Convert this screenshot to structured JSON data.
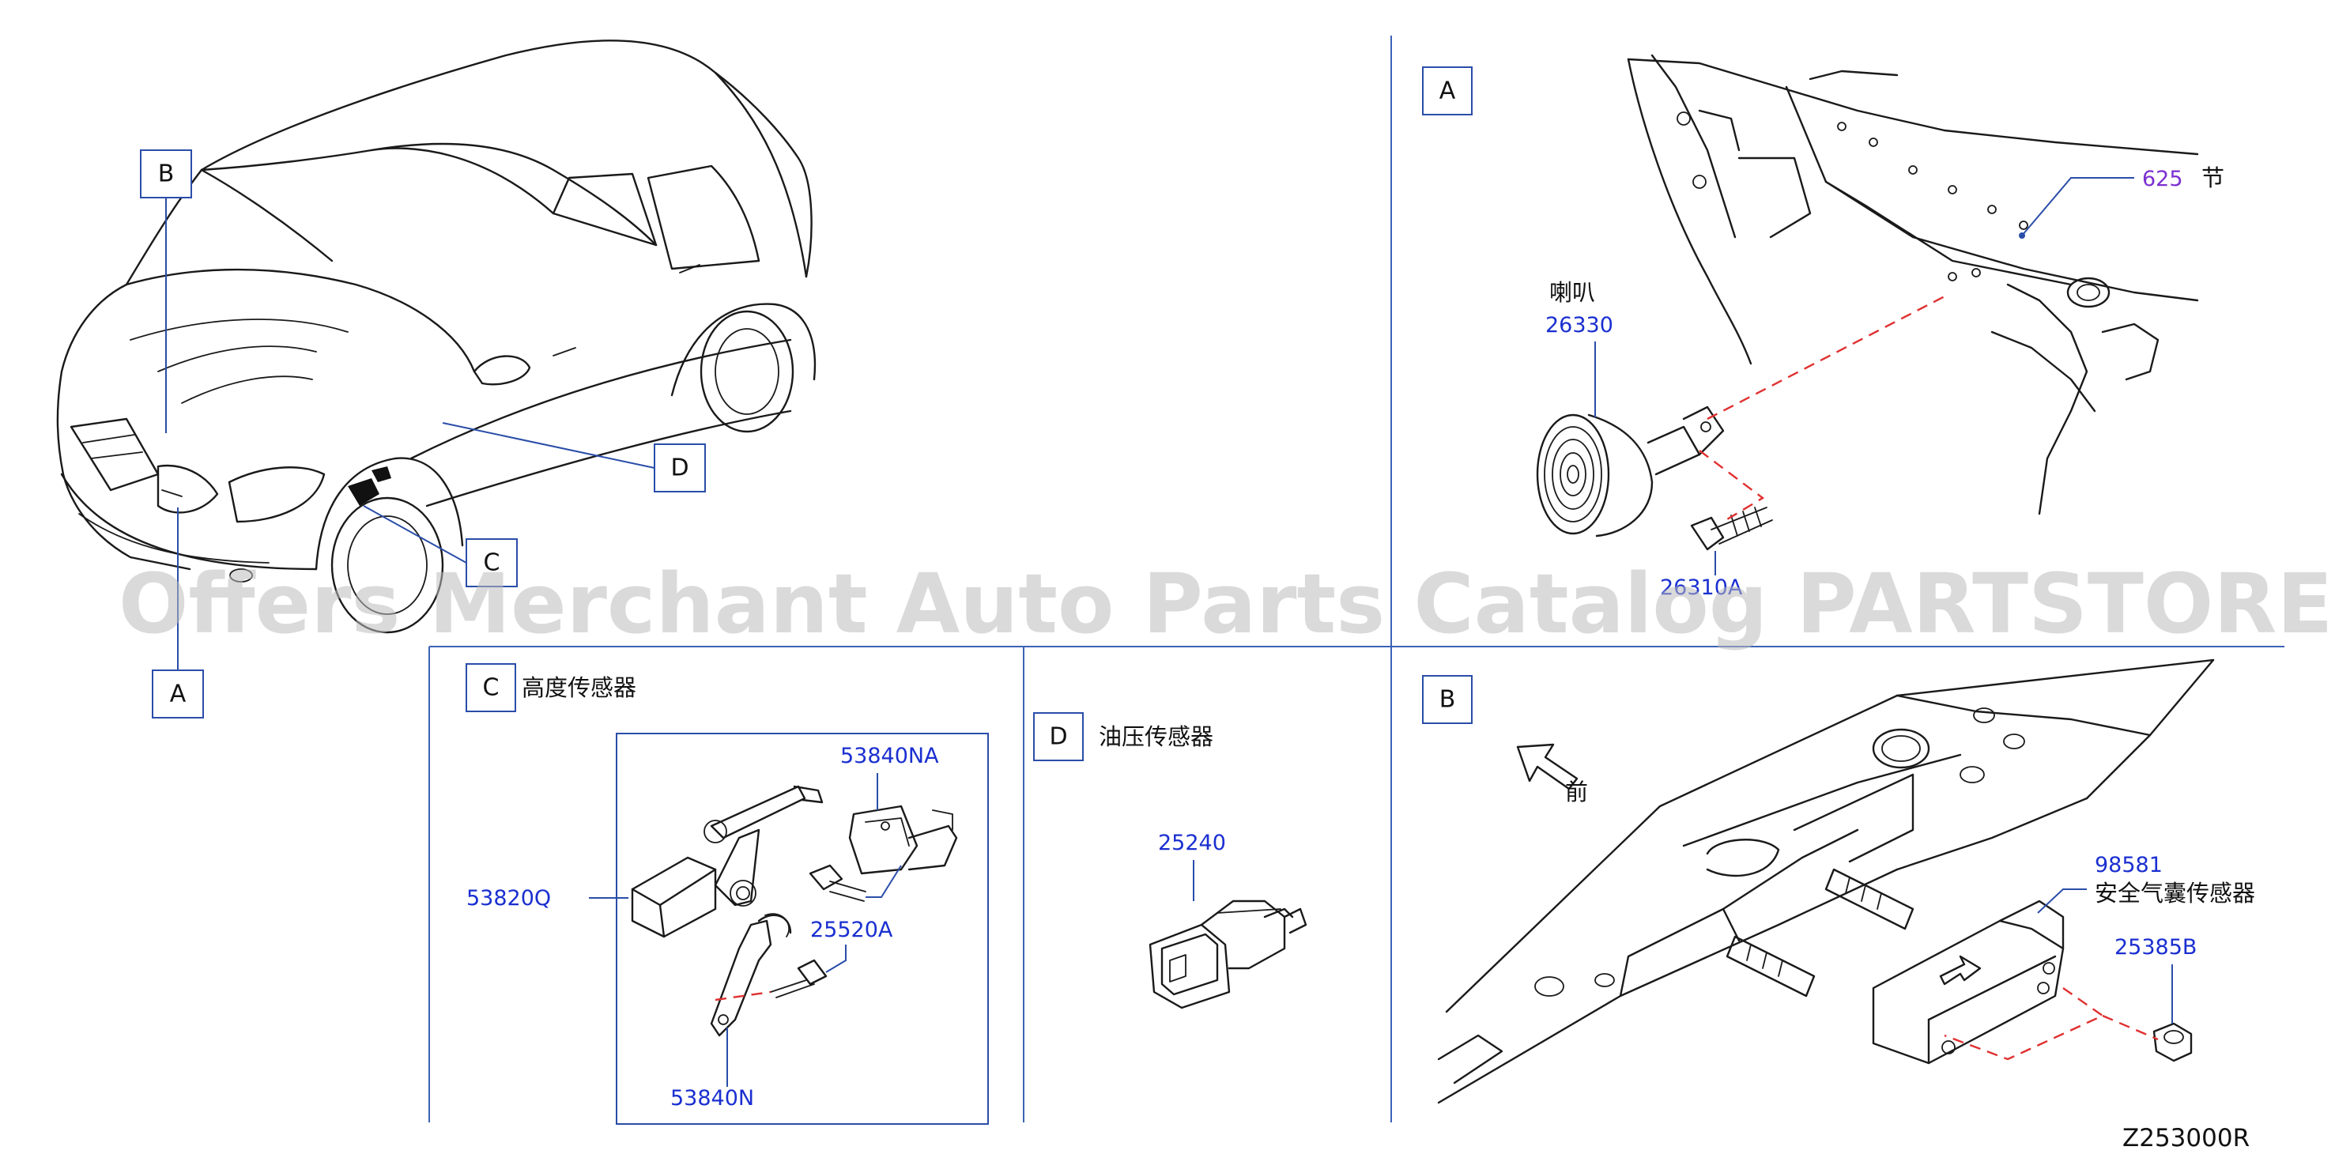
{
  "callouts": {
    "A": "A",
    "B": "B",
    "C": "C",
    "D": "D"
  },
  "panel_a": {
    "letter": "A",
    "label_625": "625",
    "label_625_cn": "节",
    "horn_cn": "喇叭",
    "horn_part": "26330",
    "bolt_part": "26310A"
  },
  "panel_b": {
    "letter": "B",
    "front_cn": "前",
    "sensor_part": "98581",
    "sensor_cn": "安全气囊传感器",
    "nut_part": "25385B"
  },
  "panel_c": {
    "letter": "C",
    "title_cn": "高度传感器",
    "part_53820q": "53820Q",
    "part_53840na": "53840NA",
    "part_25520a": "25520A",
    "part_53840n": "53840N"
  },
  "panel_d": {
    "letter": "D",
    "title_cn": "油压传感器",
    "part": "25240"
  },
  "diagram_id": "Z253000R",
  "watermark": "Offers Merchant Auto Parts Catalog PARTSTORE.SA",
  "colors": {
    "part_number": "#1a2fd0",
    "divider": "#3b62b5",
    "dashed_guide": "#e03030",
    "label_625": "#7b2fd0"
  }
}
